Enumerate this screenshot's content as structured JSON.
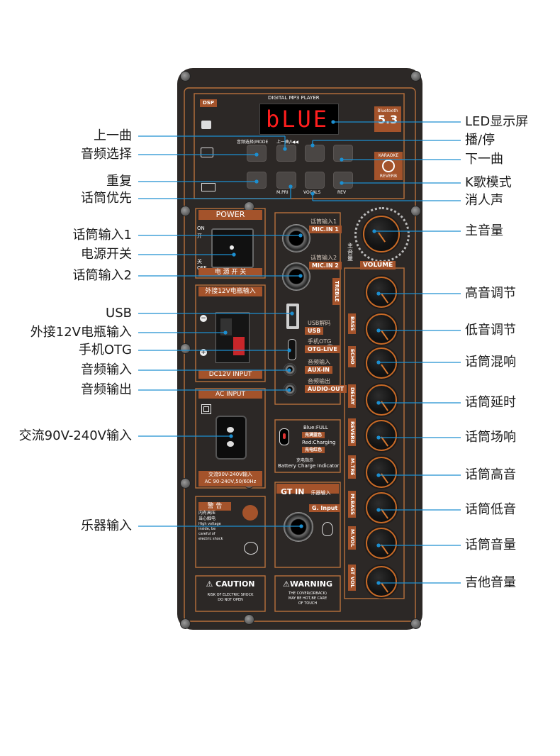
{
  "callouts_left": [
    {
      "id": "prev-track",
      "text": "上一曲"
    },
    {
      "id": "audio-select",
      "text": "音频选择"
    },
    {
      "id": "repeat",
      "text": "重复"
    },
    {
      "id": "mic-priority",
      "text": "话筒优先"
    },
    {
      "id": "mic-in-1",
      "text": "话筒输入1"
    },
    {
      "id": "power-switch",
      "text": "电源开关"
    },
    {
      "id": "mic-in-2",
      "text": "话筒输入2"
    },
    {
      "id": "usb",
      "text": "USB"
    },
    {
      "id": "ext-12v",
      "text": "外接12V电瓶输入"
    },
    {
      "id": "phone-otg",
      "text": "手机OTG"
    },
    {
      "id": "audio-in",
      "text": "音频输入"
    },
    {
      "id": "audio-out",
      "text": "音频输出"
    },
    {
      "id": "ac-in",
      "text": "交流90V-240V输入"
    },
    {
      "id": "instrument-in",
      "text": "乐器输入"
    }
  ],
  "callouts_right": [
    {
      "id": "led-display",
      "text": "LED显示屏"
    },
    {
      "id": "play-pause",
      "text": "播/停"
    },
    {
      "id": "next-track",
      "text": "下一曲"
    },
    {
      "id": "karaoke-mode",
      "text": "K歌模式"
    },
    {
      "id": "vocal-cut",
      "text": "消人声"
    },
    {
      "id": "master-volume",
      "text": "主音量"
    },
    {
      "id": "treble",
      "text": "高音调节"
    },
    {
      "id": "bass",
      "text": "低音调节"
    },
    {
      "id": "mic-echo",
      "text": "话筒混响"
    },
    {
      "id": "mic-delay",
      "text": "话筒延时"
    },
    {
      "id": "mic-reverb",
      "text": "话筒场响"
    },
    {
      "id": "mic-treble",
      "text": "话筒高音"
    },
    {
      "id": "mic-bass",
      "text": "话筒低音"
    },
    {
      "id": "mic-volume",
      "text": "话筒音量"
    },
    {
      "id": "guitar-volume",
      "text": "吉他音量"
    }
  ],
  "panel": {
    "player_title": "DIGITAL MP3 PLAYER",
    "led_text": "bLUE",
    "dsp": "DSP",
    "bluetooth_label": "Bluetooth",
    "bluetooth_version": "5.3",
    "karaoke": "KARAOKE",
    "reverb": "REVERB",
    "mode_row": "音频选择/MODE",
    "prev_label": "上一曲/I◀◀",
    "mp3_button_labels": [
      "M.PRI",
      "VOCALS",
      "REV"
    ],
    "power_title": "POWER",
    "on": "ON",
    "kai": "开",
    "off": "OFF",
    "guan": "关",
    "power_cn": "电 源 开 关",
    "ext12v_title": "外接12V电瓶输入",
    "dc12v": "DC12V INPUT",
    "ac_input": "AC INPUT",
    "ac_cn": "交流90V-240V输入",
    "ac_en": "AC 90-240V,50/60Hz",
    "mic1_cn": "话筒输入1",
    "mic1_en": "MIC.IN 1",
    "mic2_cn": "话筒输入2",
    "mic2_en": "MIC.IN 2",
    "usb_cn": "USB解码",
    "usb_en": "USB",
    "otg_cn": "手机OTG",
    "otg_en": "OTG-LIVE",
    "auxin_cn": "音频输入",
    "auxin_en": "AUX-IN",
    "auxout_cn": "音频输出",
    "auxout_en": "AUDIO-OUT",
    "charge_blue": "Blue:FULL",
    "charge_blue_cn": "充满蓝色",
    "charge_red": "Red:Charging",
    "charge_red_cn": "充电红色",
    "charge_cn": "充电指示",
    "charge_en": "Battery Charge Indicator",
    "gtin_title": "GT IN",
    "gtin_cn": "乐器输入",
    "g_input": "G. Input",
    "warning_cn": "警 告",
    "warning_lines": [
      "内有高压",
      "当心触电",
      "High voltage",
      "inside, be",
      "careful of",
      "electric shock"
    ],
    "master_cn": "主音量",
    "volume": "VOLUME",
    "knob_labels": [
      "TREBLE",
      "BASS",
      "ECHO",
      "DELAY",
      "REVERB",
      "M.TRE",
      "M.BASS",
      "M.VOL",
      "GT VOL"
    ],
    "caution_title": "CAUTION",
    "caution_lines": [
      "RISK OF ELECTRIC SHOCK",
      "DO NOT OPEN"
    ],
    "warning_title": "WARNING",
    "warning2_lines": [
      "THE COVER(ORBACK)",
      "MAY BE HOT,BE CARE",
      "OF TOUCH"
    ]
  }
}
